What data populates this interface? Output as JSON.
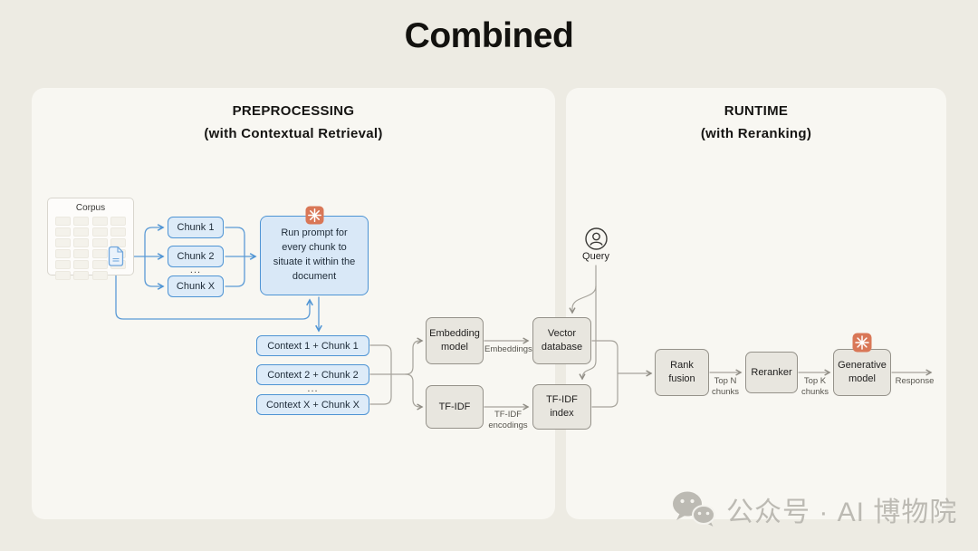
{
  "title": "Combined",
  "preprocessing": {
    "title": "PREPROCESSING",
    "subtitle": "(with Contextual Retrieval)",
    "corpus_label": "Corpus",
    "chunks": [
      "Chunk 1",
      "Chunk 2",
      "Chunk X"
    ],
    "ellipsis": "...",
    "run_prompt_text": "Run prompt for every chunk to situate it within the document",
    "contexts": [
      "Context 1 + Chunk 1",
      "Context 2 + Chunk 2",
      "Context X + Chunk X"
    ],
    "embedding_model": "Embedding model",
    "tfidf": "TF-IDF",
    "embeddings_arrow_label": "Embeddings",
    "tfidf_encodings_arrow_label": "TF-IDF encodings",
    "vector_database": "Vector database",
    "tfidf_index": "TF-IDF index"
  },
  "runtime": {
    "title": "RUNTIME",
    "subtitle": "(with Reranking)",
    "query_label": "Query",
    "rank_fusion": "Rank fusion",
    "top_n_label": "Top N chunks",
    "reranker": "Reranker",
    "top_k_label": "Top K chunks",
    "generative_model": "Generative model",
    "response_label": "Response"
  },
  "watermark": "公众号 · AI 博物院",
  "colors": {
    "page_bg": "#EDEBE3",
    "panel_bg": "#F8F7F2",
    "blue_border": "#4E94D4",
    "blue_fill": "#DDEBF8",
    "gray_box_fill": "#E8E6DF",
    "gray_box_border": "#95928A",
    "accent_orange": "#D97757",
    "connector_blue": "#5A9AD6",
    "connector_gray": "#A6A39B",
    "watermark_gray": "#BCBAB3"
  }
}
